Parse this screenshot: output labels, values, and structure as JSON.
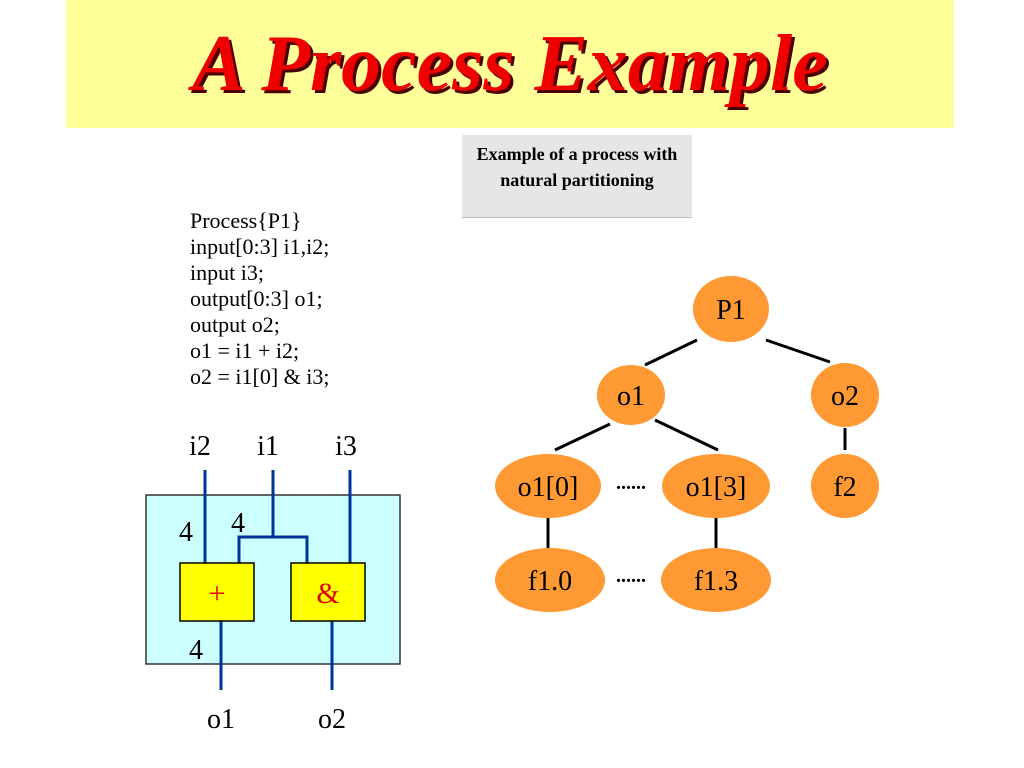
{
  "slide": {
    "title": "A Process Example",
    "note": "Example of a process with natural partitioning",
    "code_lines": [
      "Process{P1}",
      "input[0:3] i1,i2;",
      "input i3;",
      "output[0:3] o1;",
      "output o2;",
      "o1 = i1 + i2;",
      "o2 = i1[0] & i3;"
    ]
  },
  "circuit": {
    "inputs": {
      "i2": "i2",
      "i1": "i1",
      "i3": "i3"
    },
    "outputs": {
      "o1": "o1",
      "o2": "o2"
    },
    "width_labels": {
      "i2_width": "4",
      "i1_width": "4",
      "o1_width": "4"
    },
    "blocks": {
      "add": "+",
      "and": "&"
    },
    "colors": {
      "module_fill": "#ccffff",
      "block_fill": "#ffff00",
      "wire": "#003399",
      "op_text": "#e00000"
    }
  },
  "tree": {
    "nodes": {
      "p1": "P1",
      "o1": "o1",
      "o2": "o2",
      "o1_0": "o1[0]",
      "o1_3": "o1[3]",
      "f2": "f2",
      "f1_0": "f1.0",
      "f1_3": "f1.3"
    },
    "ellipsis": "......",
    "colors": {
      "node_fill": "#ff9933",
      "edge": "#000000"
    }
  }
}
